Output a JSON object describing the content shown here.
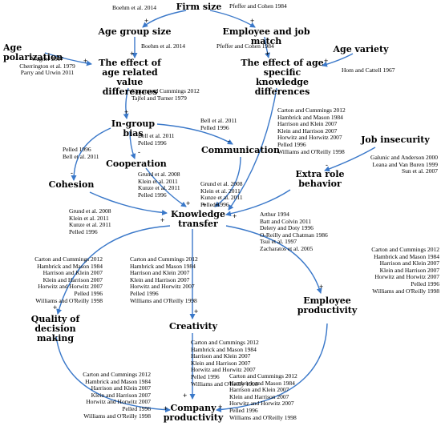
{
  "nodes": {
    "firm_size": "Firm size",
    "age_group_size": "Age group size",
    "employee_job_match": "Employee and job match",
    "age_polarization": "Age polarization",
    "effect_value": "The effect of age related value differences",
    "effect_knowledge": "The effect of age specific knowledge differences",
    "age_variety": "Age variety",
    "in_group_bias": "In-group bias",
    "communication": "Communication",
    "cooperation": "Cooperation",
    "cohesion": "Cohesion",
    "job_insecurity": "Job insecurity",
    "extra_role": "Extra role behavior",
    "knowledge_transfer": "Knowledge transfer",
    "quality_decision": "Quality of decision making",
    "creativity": "Creativity",
    "employee_productivity": "Employee productivity",
    "company_productivity": "Company productivity"
  },
  "refs": {
    "r1": [
      "Boehm et al. 2014"
    ],
    "r2": [
      "Pfeffer and Cohen 1984"
    ],
    "r3": [
      "Boehm et al. 2014"
    ],
    "r4": [
      "Pfeffer and Cohen 1984"
    ],
    "r5": [
      "Wagner 2007",
      "Cherrington et al. 1979",
      "Parry and Urwin 2011"
    ],
    "r6": [
      "Hom and Cattell 1967"
    ],
    "r7": [
      "Carton and Cummings 2012",
      "Tajfel and Turner 1979"
    ],
    "r8": [
      "Carton and Cummings 2012",
      "Hambrick and Mason 1984",
      "Harrison and Klein 2007",
      "Klein and Harrison 2007",
      "Horwitz and Horwitz 2007",
      "Pelled 1996",
      "Williams and O'Reilly 1998"
    ],
    "r9": [
      "Bell et al. 2011",
      "Pelled 1996"
    ],
    "r10": [
      "Bell et al. 2011",
      "Pelled 1996"
    ],
    "r11": [
      "Pelled 1996",
      "Bell et al. 2011"
    ],
    "r12": [
      "Galunic and Anderson 2000",
      "Leana and Van Buren 1999",
      "Sun et al. 2007"
    ],
    "r13": [
      "Grund et al. 2008",
      "Klein et al. 2011",
      "Kunze et al. 2011",
      "Pelled 1996"
    ],
    "r14": [
      "Grund et al. 2008",
      "Klein et al. 2011",
      "Kunze et al. 2011",
      "Pelled 1996"
    ],
    "r15": [
      "Grund et al. 2008",
      "Klein et al. 2011",
      "Kunze et al. 2011",
      "Pelled 1996"
    ],
    "r16": [
      "Arthur 1994",
      "Batt and Colvin 2011",
      "Delery and Doty 1996",
      "O-Reilly and Chatman 1986",
      "Tsui et al. 1997",
      "Zacharatos et al. 2005"
    ],
    "r17": [
      "Carton and Cummings 2012",
      "Hambrick and Mason 1984",
      "Harrison and Klein 2007",
      "Klein and Harrison 2007",
      "Horwitz and Horwitz 2007",
      "Pelled 1996",
      "Williams and O'Reilly 1998"
    ],
    "r18": [
      "Carton and Cummings 2012",
      "Hambrick and Mason 1984",
      "Harrison and Klein 2007",
      "Klein and Harrison 2007",
      "Horwitz and Horwitz 2007",
      "Pelled 1996",
      "Williams and O'Reilly 1998"
    ],
    "r19": [
      "Carton and Cummings 2012",
      "Hambrick and Mason 1984",
      "Harrison and Klein 2007",
      "Klein and Harrison 2007",
      "Horwitz and Horwitz 2007",
      "Pelled 1996",
      "Williams and O'Reilly 1998"
    ],
    "r20": [
      "Carton and Cummings 2012",
      "Hambrick and Mason 1984",
      "Harrison and Klein 2007",
      "Klein and Harrison 2007",
      "Horwitz and Horwitz 2007",
      "Pelled 1996",
      "Williams and O'Reilly 1998"
    ],
    "r21": [
      "Carton and Cummings 2012",
      "Hambrick and Mason 1984",
      "Harrison and Klein 2007",
      "Klein and Harrison 2007",
      "Horwitz and Horwitz 2007",
      "Pelled 1996",
      "Williams and O'Reilly 1998"
    ],
    "r22": [
      "Carton and Cummings 2012",
      "Hambrick and Mason 1984",
      "Harrison and Klein 2007",
      "Klein and Harrison 2007",
      "Horwitz and Horwitz 2007",
      "Pelled 1996",
      "Williams and O'Reilly 1998"
    ]
  },
  "signs": {
    "plus": "+",
    "minus": "-"
  }
}
